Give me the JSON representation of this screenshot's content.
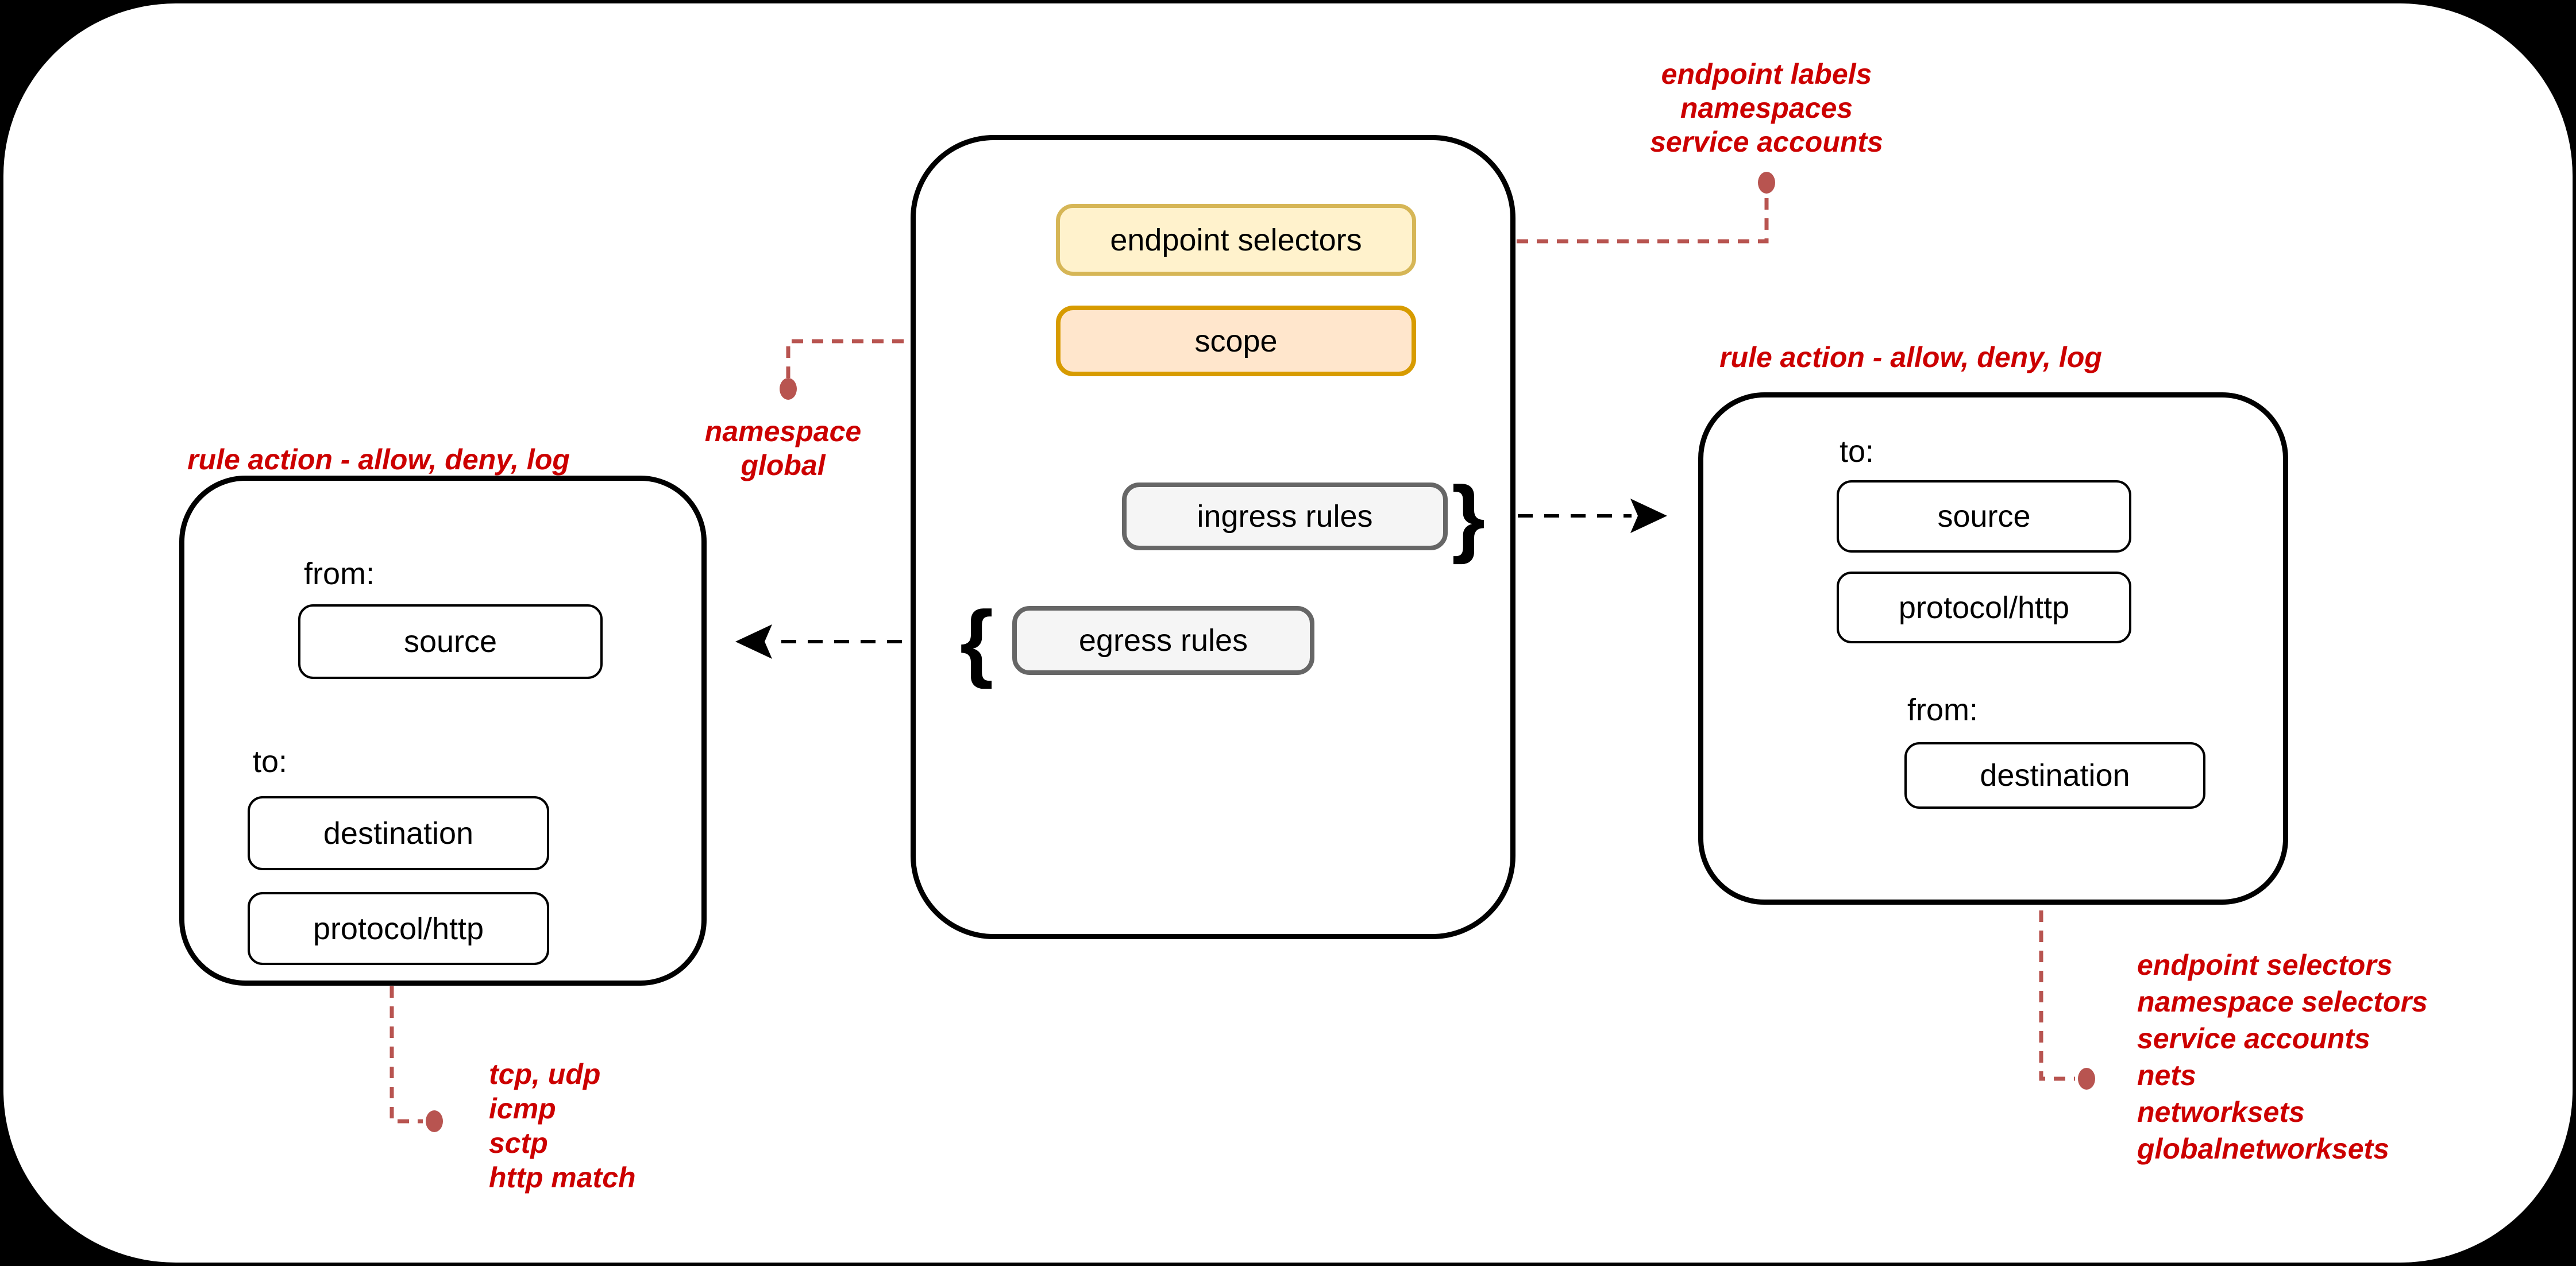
{
  "canvas": {
    "background": "#000000",
    "card_fill": "#ffffff"
  },
  "colors": {
    "annotation_text": "#CC0000",
    "connector": "#B85450",
    "outline": "#000000",
    "endpoint_selectors_fill": "#FFF2CC",
    "endpoint_selectors_stroke": "#D6B656",
    "scope_fill": "#FFE6CC",
    "scope_stroke": "#D79B00",
    "rules_fill": "#F5F5F5",
    "rules_stroke": "#666666"
  },
  "policy": {
    "endpoint_selectors": "endpoint selectors",
    "scope": "scope",
    "ingress_rules": "ingress rules",
    "egress_rules": "egress rules",
    "ingress_brace": "}",
    "egress_brace": "{"
  },
  "egress_rule_detail": {
    "heading": "rule action - allow, deny, log",
    "from_label": "from:",
    "source": "source",
    "to_label": "to:",
    "destination": "destination",
    "protocol": "protocol/http"
  },
  "ingress_rule_detail": {
    "heading": "rule action - allow, deny, log",
    "to_label": "to:",
    "source": "source",
    "protocol": "protocol/http",
    "from_label": "from:",
    "destination": "destination"
  },
  "annotations": {
    "endpoint_labels": {
      "lines": [
        "endpoint labels",
        "namespaces",
        "service accounts"
      ]
    },
    "scope_values": {
      "lines": [
        "namespace",
        "global"
      ]
    },
    "protocol_values": {
      "lines": [
        "tcp, udp",
        "icmp",
        "sctp",
        "http match"
      ]
    },
    "destination_values": {
      "lines": [
        "endpoint selectors",
        "namespace selectors",
        "service accounts",
        "nets",
        "networksets",
        "globalnetworksets"
      ]
    }
  }
}
